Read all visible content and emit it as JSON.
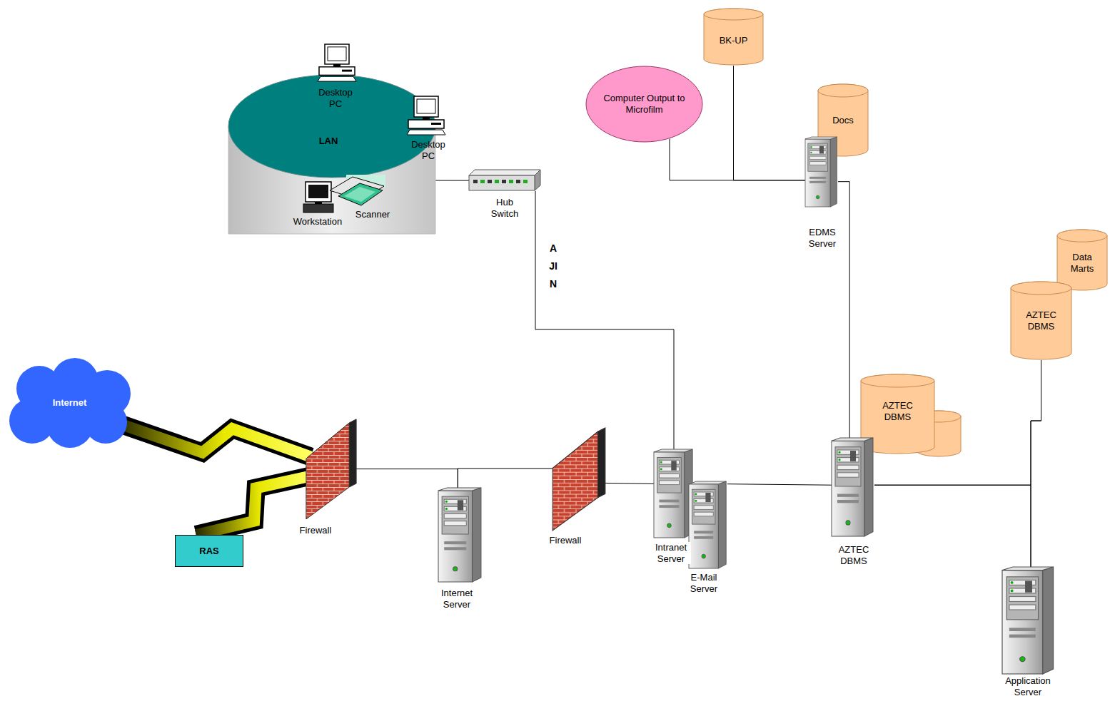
{
  "diagram": {
    "nodes": [
      {
        "text": [
          "LAN"
        ]
      },
      {
        "text": [
          "Desktop PC"
        ],
        "in": 0
      },
      {
        "text": [
          "Desktop PC"
        ],
        "in": 0
      },
      {
        "text": [
          "Workstation"
        ],
        "in": 0
      },
      {
        "text": [
          "Scanner"
        ],
        "in": 0
      },
      {
        "text": [
          "Hub Switch"
        ]
      },
      {
        "text": [
          "Computer Output to Microfilm"
        ]
      },
      {
        "text": [
          "BK-UP"
        ]
      },
      {
        "text": [
          "Docs"
        ]
      },
      {
        "text": [
          "EDMS Server"
        ]
      },
      {
        "text": [
          "Data Marts"
        ]
      },
      {
        "text": [
          "AZTEC DBMS"
        ]
      },
      {
        "text": [
          "Internet"
        ]
      },
      {
        "text": [
          "RAS"
        ]
      },
      {
        "text": [
          "Firewall"
        ]
      },
      {
        "text": [
          "Internet Server"
        ]
      },
      {
        "text": [
          "Firewall"
        ]
      },
      {
        "text": [
          "Intranet Server"
        ]
      },
      {
        "text": [
          "E-Mail Server"
        ]
      },
      {
        "text": [
          "AZTEC DBMS"
        ]
      },
      {
        "text": [
          "AZTEC DBMS"
        ]
      },
      {
        "text": [
          "Application Server"
        ]
      }
    ],
    "edges": [
      {
        "from": 0,
        "to": 5,
        "arrow": "none"
      },
      {
        "from": 5,
        "to": 17,
        "arrow": "none"
      },
      {
        "from": 12,
        "to": 14,
        "arrow": "none"
      },
      {
        "from": 13,
        "to": 14,
        "arrow": "none"
      },
      {
        "from": 14,
        "to": 15,
        "arrow": "none"
      },
      {
        "from": 15,
        "to": 16,
        "arrow": "none"
      },
      {
        "from": 16,
        "to": 17,
        "arrow": "none"
      },
      {
        "from": 18,
        "to": 20,
        "arrow": "none"
      },
      {
        "from": 9,
        "to": 20,
        "arrow": "none"
      },
      {
        "from": 6,
        "to": 9,
        "arrow": "none"
      },
      {
        "from": 7,
        "to": 9,
        "arrow": "none"
      },
      {
        "from": 20,
        "to": 21,
        "arrow": "none"
      },
      {
        "from": 11,
        "to": 21,
        "arrow": "none"
      },
      {
        "from": 11,
        "to": 20,
        "arrow": "none"
      }
    ],
    "labels": [
      "AJIN"
    ]
  }
}
